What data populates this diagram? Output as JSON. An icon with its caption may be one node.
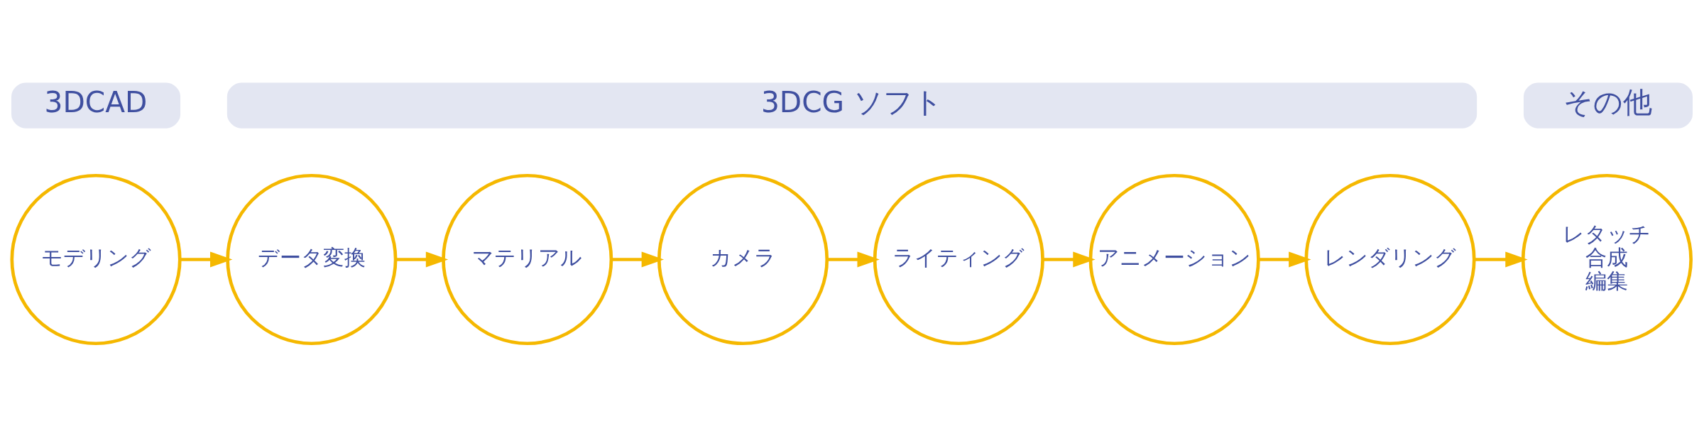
{
  "diagram": {
    "nodes": [
      {
        "text": [
          "3DCAD"
        ]
      },
      {
        "text": [
          "3DCG ソフト"
        ]
      },
      {
        "text": [
          "その他"
        ]
      },
      {
        "text": [
          "モデリング"
        ]
      },
      {
        "text": [
          "データ変換"
        ]
      },
      {
        "text": [
          "マテリアル"
        ]
      },
      {
        "text": [
          "カメラ"
        ]
      },
      {
        "text": [
          "ライティング"
        ]
      },
      {
        "text": [
          "アニメーション"
        ]
      },
      {
        "text": [
          "レンダリング"
        ]
      },
      {
        "text": [
          "レタッチ",
          "合成",
          "編集"
        ]
      }
    ],
    "edges": [
      {
        "from": 3,
        "to": 4,
        "arrow": "to"
      },
      {
        "from": 4,
        "to": 5,
        "arrow": "to"
      },
      {
        "from": 5,
        "to": 6,
        "arrow": "to"
      },
      {
        "from": 6,
        "to": 7,
        "arrow": "to"
      },
      {
        "from": 7,
        "to": 8,
        "arrow": "to"
      },
      {
        "from": 8,
        "to": 9,
        "arrow": "to"
      },
      {
        "from": 9,
        "to": 10,
        "arrow": "to"
      }
    ]
  }
}
